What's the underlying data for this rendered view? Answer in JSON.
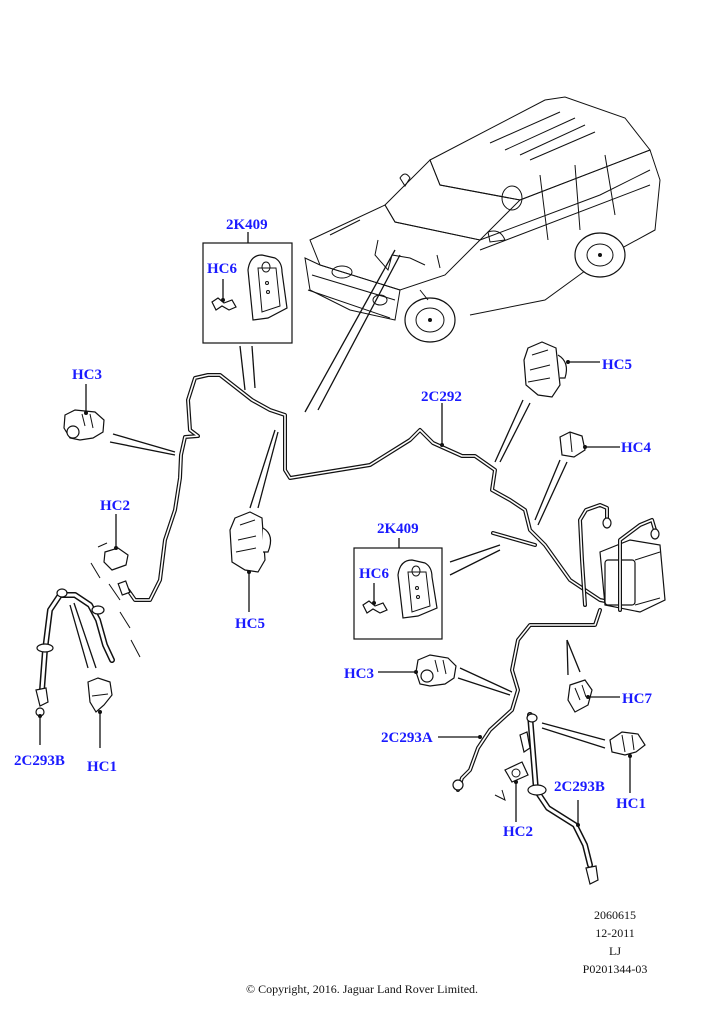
{
  "diagram": {
    "title": "Brake pipes and clips",
    "label_color": "#1a1aff",
    "callouts": {
      "k409_top": "2K409",
      "hc6_top": "HC6",
      "hc3_left": "HC3",
      "hc2_left": "HC2",
      "hc5_mid": "HC5",
      "c293b_left": "2C293B",
      "hc1_left": "HC1",
      "c292": "2C292",
      "hc5_right": "HC5",
      "hc4": "HC4",
      "k409_bottom": "2K409",
      "hc6_bottom": "HC6",
      "hc3_right": "HC3",
      "hc7": "HC7",
      "c293a": "2C293A",
      "hc1_right": "HC1",
      "c293b_right": "2C293B",
      "hc2_right": "HC2"
    },
    "meta": {
      "ref": "2060615",
      "date": "12-2011",
      "initials": "LJ",
      "part_code": "P0201344-03"
    },
    "copyright": "© Copyright, 2016. Jaguar Land Rover Limited."
  }
}
